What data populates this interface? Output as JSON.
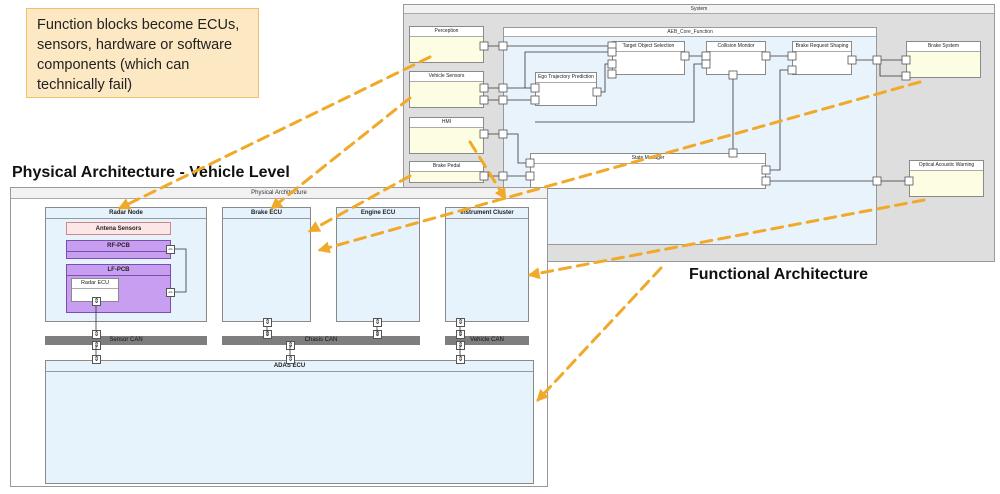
{
  "note": {
    "line1": "Function blocks become ECUs,",
    "line2": "sensors, hardware or software",
    "line3": "components (which can",
    "line4": "technically fail)"
  },
  "physical_heading": "Physical Architecture - Vehicle Level",
  "functional_heading": "Functional Architecture",
  "system": {
    "title": "System",
    "aeb_title": "AEB_Core_Function",
    "blocks": {
      "perception": "Perception",
      "vehicle_sensors": "Vehicle Sensors",
      "hmi": "HMI",
      "brake_pedal": "Brake Pedal",
      "target_selection": "Target Object Selection",
      "collision_monitor": "Collision Monitor",
      "brake_shaping": "Brake Request Shaping",
      "ego_prediction": "Ego Trajectory Prediction",
      "state_manager": "State Manager",
      "brake_system": "Brake System",
      "optical_warning": "Optical Acoustic Warning"
    }
  },
  "physical": {
    "title": "Physical Architecture",
    "radar_node": "Radar Node",
    "antena_sensors": "Antena Sensors",
    "rf_pcb": "RF-PCB",
    "lf_pcb": "LF-PCB",
    "radar_ecu": "Radar ECU",
    "brake_ecu": "Brake ECU",
    "engine_ecu": "Engine ECU",
    "instrument_cluster": "Instrument Cluster",
    "sensor_can": "Sensor CAN",
    "chasis_can": "Chasis CAN",
    "vehicle_can": "Vehicle CAN",
    "adas_ecu": "ADAS ECU"
  },
  "colors": {
    "arrow": "#f0a928",
    "note_bg": "#fde8c4",
    "ecu_fill": "#e6f2fc",
    "pcb_fill": "#c79ef0",
    "function_block_fill": "#fdfde4",
    "bus": "#7e7e7e"
  }
}
